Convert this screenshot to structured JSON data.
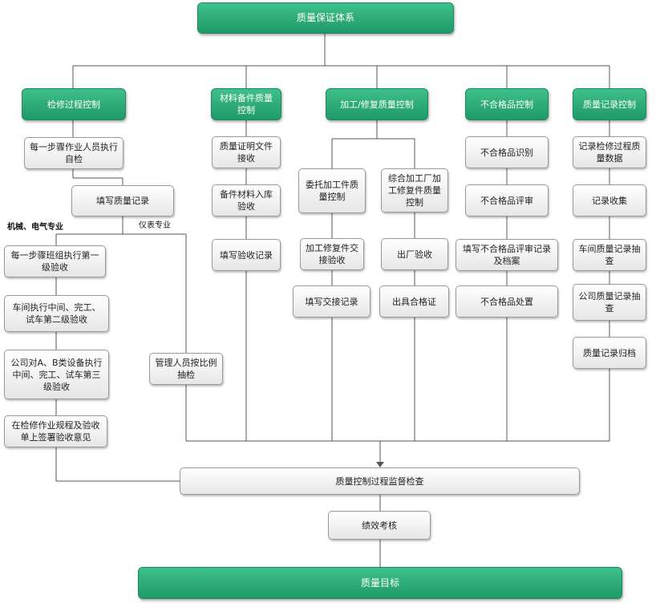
{
  "root": "质量保证体系",
  "categories": {
    "inspection": "检修过程控制",
    "materials": "材料备件质量控制",
    "processing": "加工/修复质量控制",
    "nonconforming": "不合格品控制",
    "records": "质量记录控制"
  },
  "inspection": {
    "self_check": "每一步骤作业人员执行自检",
    "fill_record": "填写质量记录",
    "mech_label": "机械、电气专业",
    "instrument_label": "仪表专业",
    "step1": "每一步骤班组执行第一级验收",
    "step2": "车间执行中间、完工、试车第二级验收",
    "step3": "公司对A、B类设备执行中间、完工、试车第三级验收",
    "step4": "在检修作业规程及验收单上签署验收意见",
    "spot_check": "管理人员按比例抽检"
  },
  "materials": {
    "m1": "质量证明文件接收",
    "m2": "备件材料入库验收",
    "m3": "填写验收记录"
  },
  "processing": {
    "outsourced": "委托加工件质量控制",
    "outsourced_accept": "加工修复件交接验收",
    "outsourced_record": "填写交接记录",
    "plant": "综合加工厂加工修复件质量控制",
    "plant_accept": "出厂验收",
    "plant_cert": "出具合格证"
  },
  "nonconforming": {
    "n1": "不合格品识别",
    "n2": "不合格品评审",
    "n3": "填写不合格品评审记录及档案",
    "n4": "不合格品处置"
  },
  "records": {
    "r1": "记录检修过程质量数据",
    "r2": "记录收集",
    "r3": "车间质量记录抽查",
    "r4": "公司质量记录抽查",
    "r5": "质量记录归档"
  },
  "supervision": "质量控制过程监督检查",
  "assessment": "绩效考核",
  "goal": "质量目标",
  "colors": {
    "accent": "#2aa876",
    "line": "#555555"
  }
}
